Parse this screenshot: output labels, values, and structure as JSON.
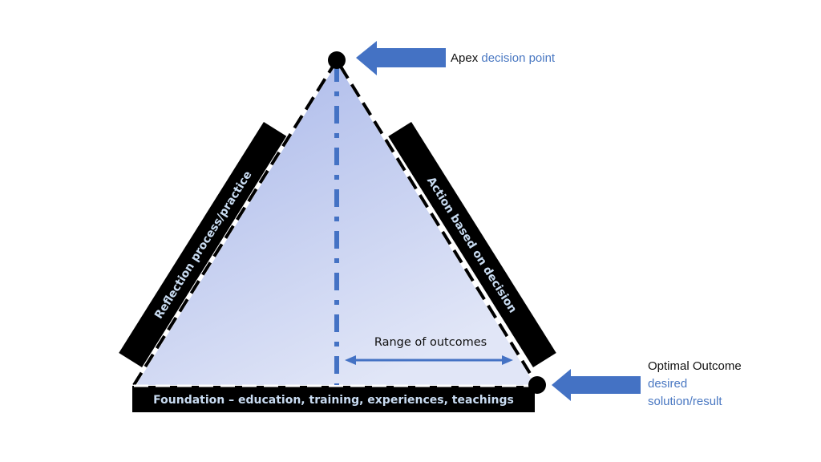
{
  "diagram": {
    "colors": {
      "triangle_fill_top": "#a9b8ea",
      "triangle_fill_bottom": "#dfe4f7",
      "accent_blue": "#4472c4",
      "bar_black": "#000000",
      "bar_text": "#c9dcf2",
      "label_blue": "#4a78c2"
    },
    "apex": {
      "label_prefix": "Apex",
      "label_highlight": "decision point"
    },
    "left_side": {
      "label": "Reflection process/practice"
    },
    "right_side": {
      "label": "Action based on decision"
    },
    "base": {
      "label": "Foundation – education, training, experiences, teachings"
    },
    "range": {
      "label": "Range of outcomes"
    },
    "optimal": {
      "title": "Optimal Outcome",
      "line1": "desired",
      "line2": "solution/result"
    }
  }
}
